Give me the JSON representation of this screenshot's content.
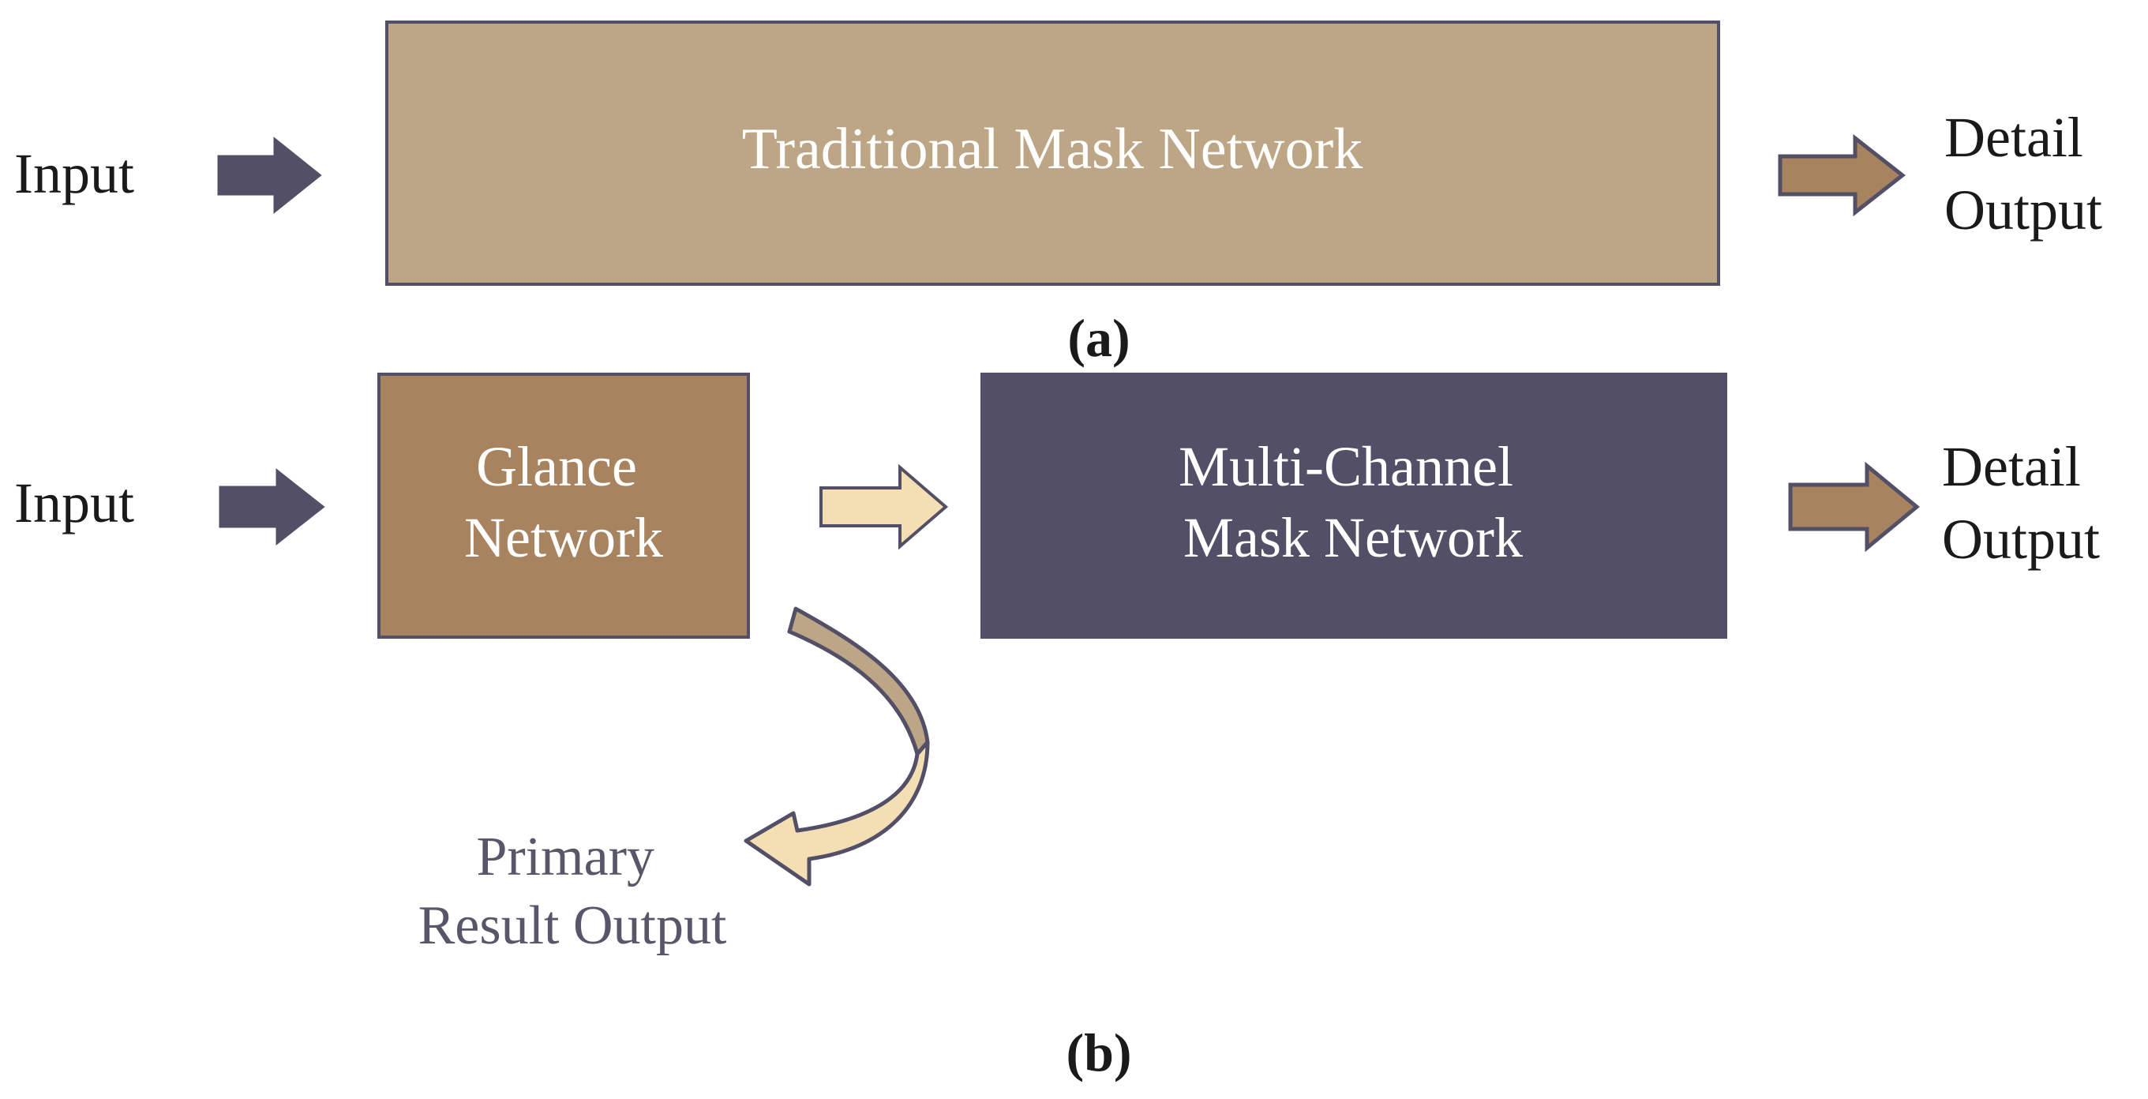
{
  "colors": {
    "dark_purple": "#534f66",
    "tan": "#bca686",
    "brown": "#a7845f",
    "cream": "#f4dfb4",
    "label_gray": "#585668",
    "black": "#1a1a1a",
    "white": "#ffffff"
  },
  "panel_a": {
    "input_label": "Input",
    "box_label": "Traditional Mask Network",
    "output_label": [
      "Detail",
      "Output"
    ],
    "caption": "(a)"
  },
  "panel_b": {
    "input_label": "Input",
    "glance_label": [
      "Glance",
      "Network"
    ],
    "multi_label": [
      "Multi-Channel",
      "Mask Network"
    ],
    "output_label": [
      "Detail",
      "Output"
    ],
    "primary_label": [
      "Primary",
      "Result Output"
    ],
    "caption": "(b)"
  },
  "icons": [
    "right-arrow-icon",
    "curved-arrow-icon"
  ]
}
